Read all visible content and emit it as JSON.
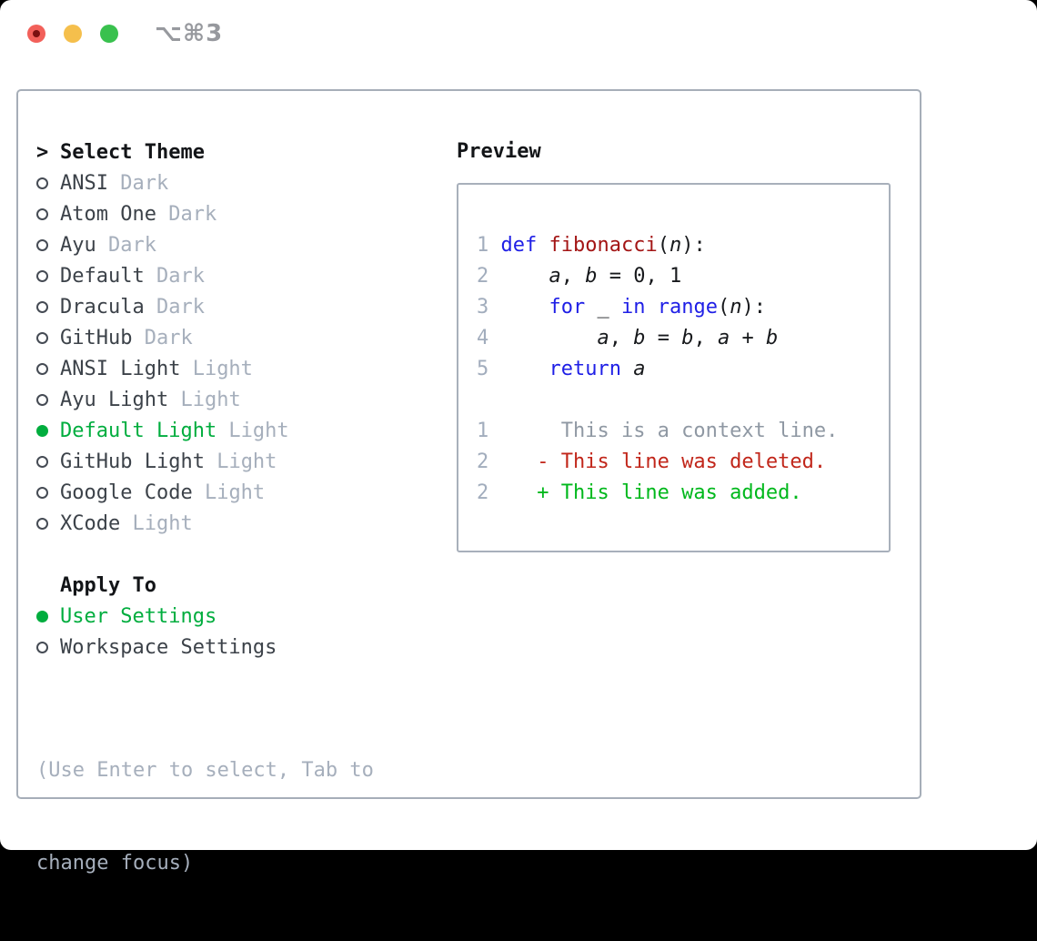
{
  "titlebar": {
    "shortcut": "⌥⌘3"
  },
  "theme_list": {
    "caret": ">",
    "title": "Select Theme",
    "items": [
      {
        "name": "ANSI",
        "variant": "Dark",
        "selected": false
      },
      {
        "name": "Atom One",
        "variant": "Dark",
        "selected": false
      },
      {
        "name": "Ayu",
        "variant": "Dark",
        "selected": false
      },
      {
        "name": "Default",
        "variant": "Dark",
        "selected": false
      },
      {
        "name": "Dracula",
        "variant": "Dark",
        "selected": false
      },
      {
        "name": "GitHub",
        "variant": "Dark",
        "selected": false
      },
      {
        "name": "ANSI Light",
        "variant": "Light",
        "selected": false
      },
      {
        "name": "Ayu Light",
        "variant": "Light",
        "selected": false
      },
      {
        "name": "Default Light",
        "variant": "Light",
        "selected": true
      },
      {
        "name": "GitHub Light",
        "variant": "Light",
        "selected": false
      },
      {
        "name": "Google Code",
        "variant": "Light",
        "selected": false
      },
      {
        "name": "XCode",
        "variant": "Light",
        "selected": false
      }
    ]
  },
  "apply_to": {
    "title": "Apply To",
    "options": [
      {
        "label": "User Settings",
        "selected": true
      },
      {
        "label": "Workspace Settings",
        "selected": false
      }
    ]
  },
  "hint": {
    "line1": "(Use Enter to select, Tab to",
    "line2": "change focus)"
  },
  "preview": {
    "title": "Preview",
    "lines": [
      {
        "num": "1",
        "tokens": [
          [
            "pl",
            " "
          ],
          [
            "kw",
            "def"
          ],
          [
            "pl",
            " "
          ],
          [
            "fn",
            "fibonacci"
          ],
          [
            "pl",
            "("
          ],
          [
            "var",
            "n"
          ],
          [
            "pl",
            "):"
          ]
        ]
      },
      {
        "num": "2",
        "tokens": [
          [
            "pl",
            "     "
          ],
          [
            "var",
            "a"
          ],
          [
            "pl",
            ", "
          ],
          [
            "var",
            "b"
          ],
          [
            "pl",
            " = 0, 1"
          ]
        ]
      },
      {
        "num": "3",
        "tokens": [
          [
            "pl",
            "     "
          ],
          [
            "kw",
            "for"
          ],
          [
            "pl",
            " _ "
          ],
          [
            "kw",
            "in"
          ],
          [
            "pl",
            " "
          ],
          [
            "kw",
            "range"
          ],
          [
            "pl",
            "("
          ],
          [
            "var",
            "n"
          ],
          [
            "pl",
            "):"
          ]
        ]
      },
      {
        "num": "4",
        "tokens": [
          [
            "pl",
            "         "
          ],
          [
            "var",
            "a"
          ],
          [
            "pl",
            ", "
          ],
          [
            "var",
            "b"
          ],
          [
            "pl",
            " = "
          ],
          [
            "var",
            "b"
          ],
          [
            "pl",
            ", "
          ],
          [
            "var",
            "a"
          ],
          [
            "pl",
            " + "
          ],
          [
            "var",
            "b"
          ]
        ]
      },
      {
        "num": "5",
        "tokens": [
          [
            "pl",
            "     "
          ],
          [
            "kw",
            "return"
          ],
          [
            "pl",
            " "
          ],
          [
            "var",
            "a"
          ]
        ]
      },
      {
        "num": "",
        "tokens": []
      },
      {
        "num": "1",
        "tokens": [
          [
            "ctx",
            "      This is a context line."
          ]
        ]
      },
      {
        "num": "2",
        "tokens": [
          [
            "del",
            "    - This line was deleted."
          ]
        ]
      },
      {
        "num": "2",
        "tokens": [
          [
            "add",
            "    + This line was added."
          ]
        ]
      }
    ]
  },
  "colors": {
    "selection_green": "#00ad3e",
    "added_green": "#00b81c",
    "deleted_red": "#c1261a",
    "keyword_blue": "#1f1fe6",
    "function_red": "#a31515",
    "muted_gray": "#a6afbc",
    "border_gray": "#a6aeb8",
    "traffic_red": "#f2605a",
    "traffic_yellow": "#f5bf4c",
    "traffic_green": "#39c14e"
  }
}
